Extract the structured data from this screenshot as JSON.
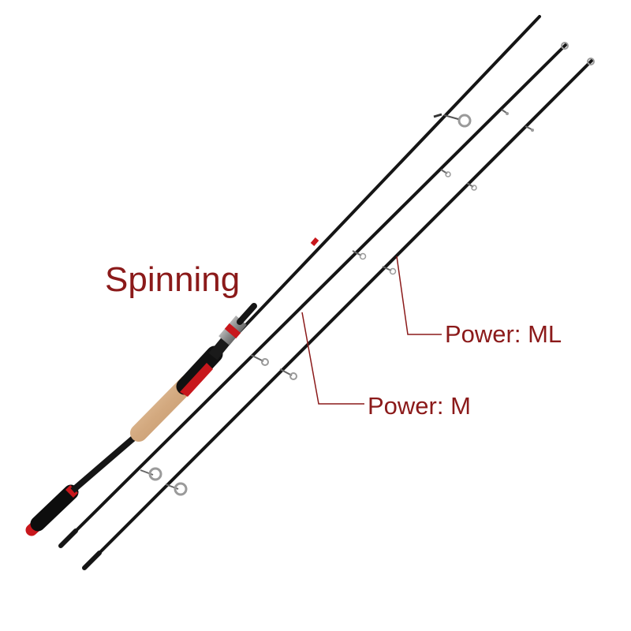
{
  "labels": {
    "title": "Spinning",
    "power_ml": "Power: ML",
    "power_m": "Power: M"
  },
  "colors": {
    "label_text": "#8b1a1a",
    "leader_line": "#8b1a1a",
    "blank": "#151515",
    "accent_red": "#c8171c",
    "cork": "#d9b48f",
    "guide_metal": "#9a9a9a"
  },
  "icons": {
    "rod": "fishing-rod-icon",
    "reel_seat": "reel-seat-icon",
    "cork_grip": "cork-grip-icon",
    "guide": "line-guide-icon"
  }
}
